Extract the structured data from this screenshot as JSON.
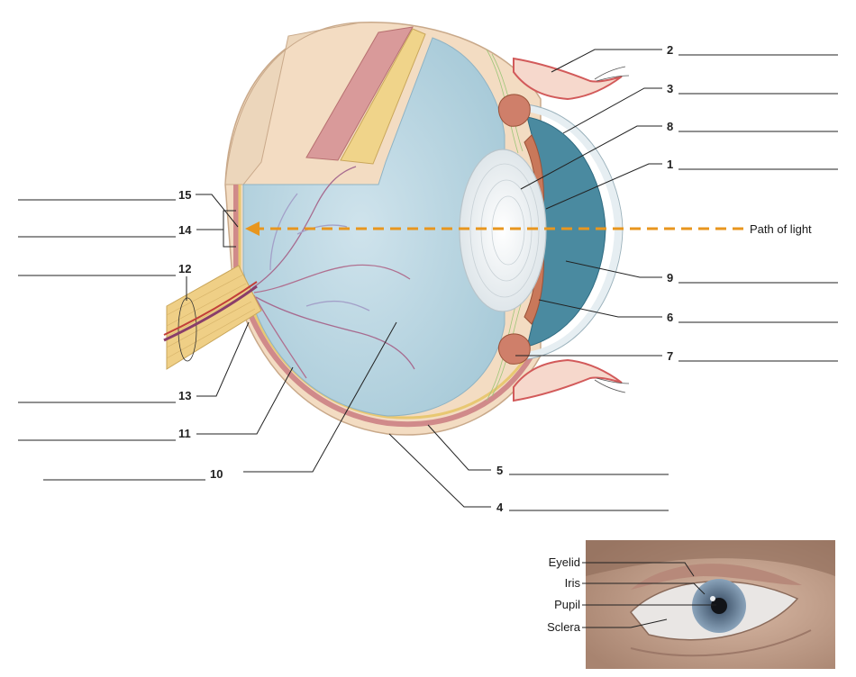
{
  "diagram": {
    "callouts": [
      {
        "id": "2",
        "text": "2"
      },
      {
        "id": "3",
        "text": "3"
      },
      {
        "id": "8",
        "text": "8"
      },
      {
        "id": "1",
        "text": "1"
      },
      {
        "id": "9",
        "text": "9"
      },
      {
        "id": "6",
        "text": "6"
      },
      {
        "id": "7",
        "text": "7"
      },
      {
        "id": "5",
        "text": "5"
      },
      {
        "id": "4",
        "text": "4"
      },
      {
        "id": "15",
        "text": "15"
      },
      {
        "id": "14",
        "text": "14"
      },
      {
        "id": "12",
        "text": "12"
      },
      {
        "id": "13",
        "text": "13"
      },
      {
        "id": "11",
        "text": "11"
      },
      {
        "id": "10",
        "text": "10"
      }
    ],
    "path_label": "Path of light",
    "colors": {
      "light_path": "#e8961e",
      "vitreous": "#b9d6e2",
      "retina": "#e6c46e",
      "choroid": "#cf8a8a",
      "sclera": "#f3dcc2",
      "cornea_chamber": "#3f7f95",
      "optic_nerve": "#efcf86"
    }
  },
  "photo": {
    "labels": [
      "Eyelid",
      "Iris",
      "Pupil",
      "Sclera"
    ]
  }
}
